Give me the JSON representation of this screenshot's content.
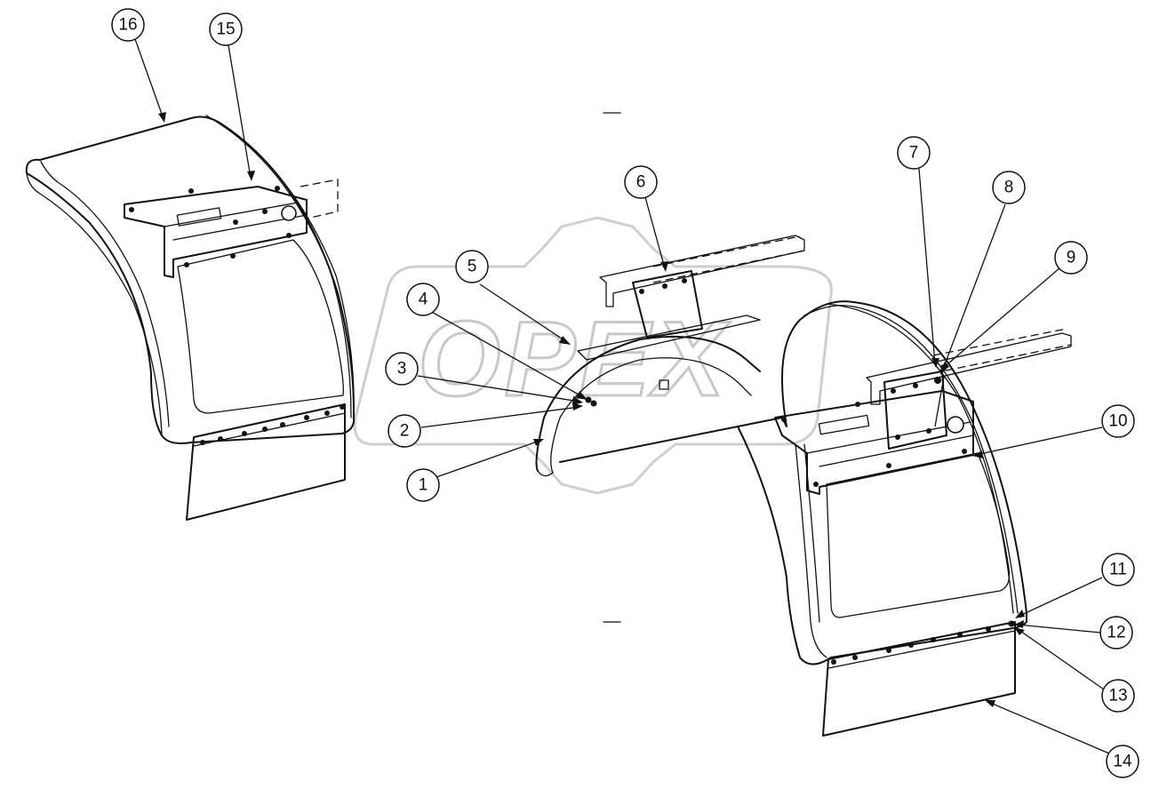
{
  "watermark": {
    "text": "OPEX"
  },
  "callouts": [
    {
      "id": "c1",
      "label": "1"
    },
    {
      "id": "c2",
      "label": "2"
    },
    {
      "id": "c3",
      "label": "3"
    },
    {
      "id": "c4",
      "label": "4"
    },
    {
      "id": "c5",
      "label": "5"
    },
    {
      "id": "c6",
      "label": "6"
    },
    {
      "id": "c7",
      "label": "7"
    },
    {
      "id": "c8",
      "label": "8"
    },
    {
      "id": "c9",
      "label": "9"
    },
    {
      "id": "c10",
      "label": "10"
    },
    {
      "id": "c11",
      "label": "11"
    },
    {
      "id": "c12",
      "label": "12"
    },
    {
      "id": "c13",
      "label": "13"
    },
    {
      "id": "c14",
      "label": "14"
    },
    {
      "id": "c15",
      "label": "15"
    },
    {
      "id": "c16",
      "label": "16"
    }
  ]
}
